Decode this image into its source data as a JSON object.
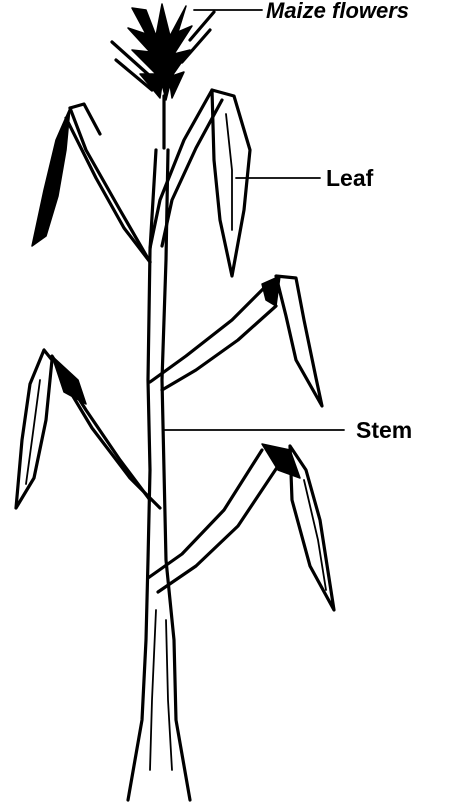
{
  "diagram": {
    "labels": {
      "flowers": "Maize flowers",
      "leaf": "Leaf",
      "stem": "Stem"
    },
    "colors": {
      "ink": "#000000",
      "background": "#ffffff"
    }
  }
}
